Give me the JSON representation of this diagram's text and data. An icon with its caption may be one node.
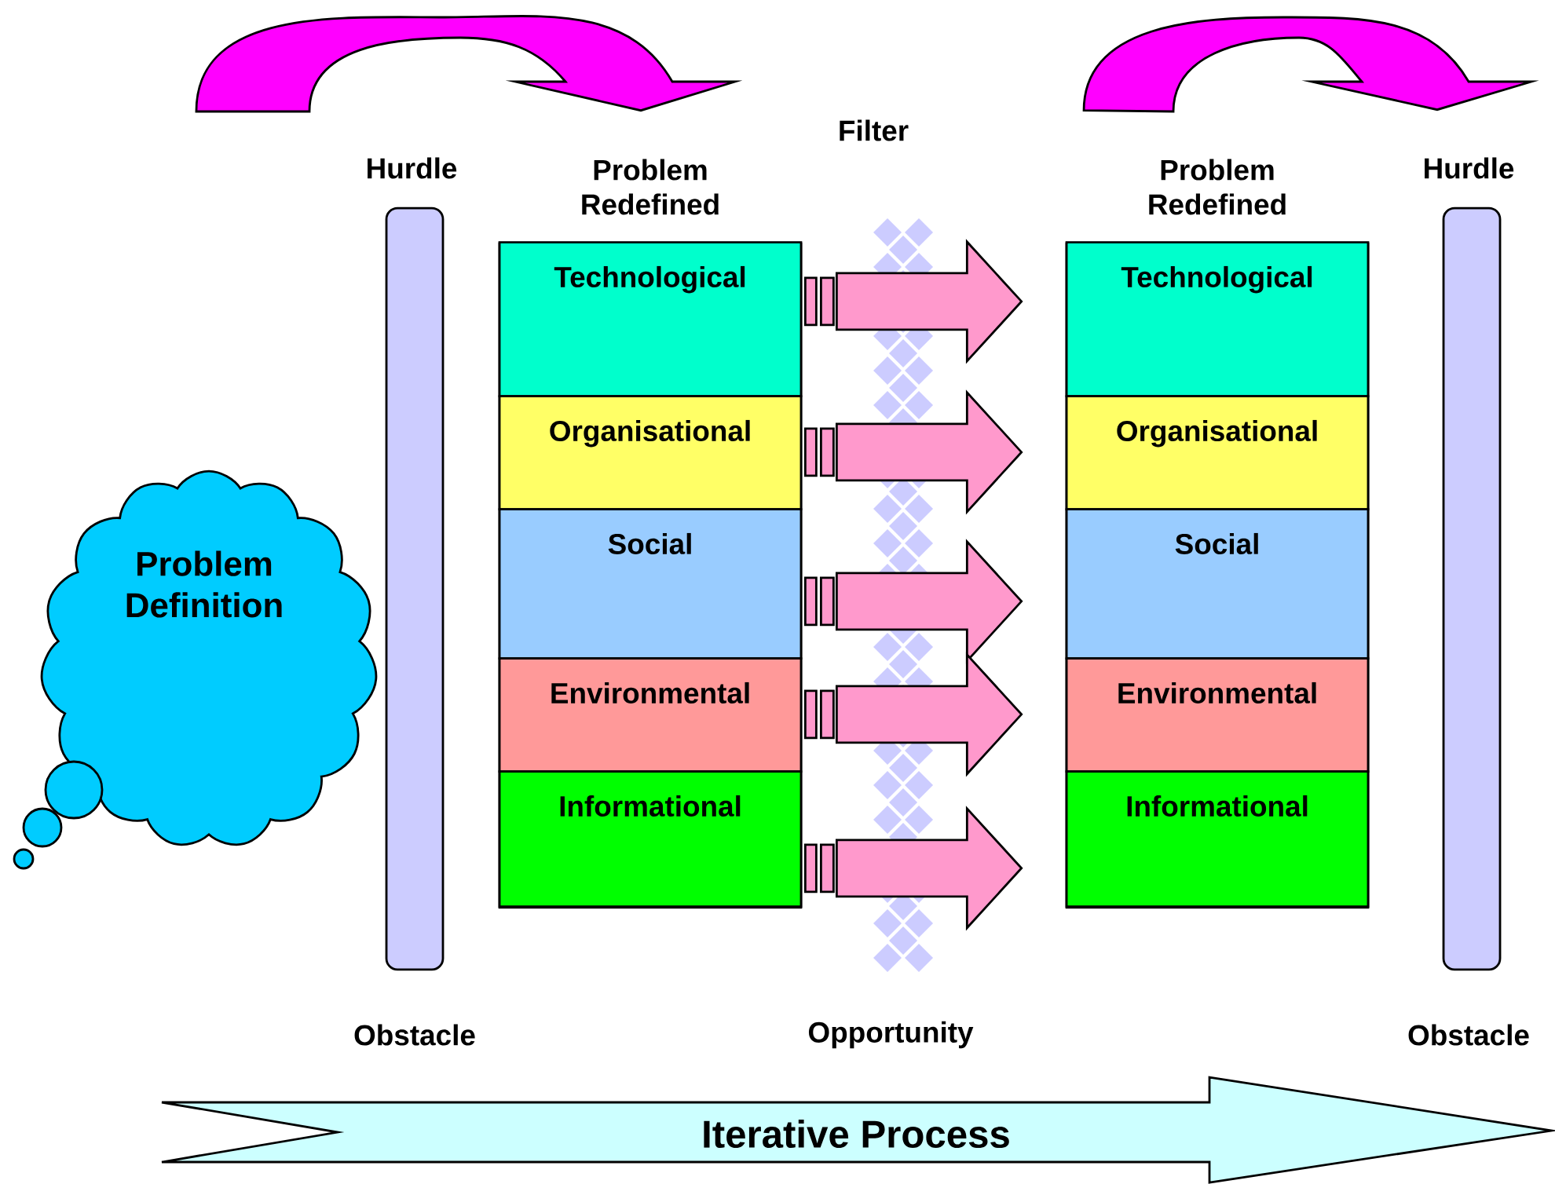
{
  "diagram": {
    "nodes": [
      {
        "text": [
          "Problem Definition"
        ]
      },
      {
        "text": [
          "Hurdle"
        ]
      },
      {
        "text": [
          "Problem Redefined"
        ]
      },
      {
        "text": [
          "Technological"
        ],
        "in": 2
      },
      {
        "text": [
          "Organisational"
        ],
        "in": 2
      },
      {
        "text": [
          "Social"
        ],
        "in": 2
      },
      {
        "text": [
          "Environmental"
        ],
        "in": 2
      },
      {
        "text": [
          "Informational"
        ],
        "in": 2
      },
      {
        "text": [
          "Filter"
        ]
      },
      {
        "text": [
          "Problem Redefined"
        ]
      },
      {
        "text": [
          "Technological"
        ],
        "in": 9
      },
      {
        "text": [
          "Organisational"
        ],
        "in": 9
      },
      {
        "text": [
          "Social"
        ],
        "in": 9
      },
      {
        "text": [
          "Environmental"
        ],
        "in": 9
      },
      {
        "text": [
          "Informational"
        ],
        "in": 9
      },
      {
        "text": [
          "Hurdle"
        ]
      },
      {
        "text": [
          "Iterative Process"
        ]
      }
    ],
    "labels": [
      "Obstacle",
      "Opportunity",
      "Obstacle"
    ],
    "edges": [
      {
        "from": null,
        "to": 2,
        "arrow": "to",
        "style": "thick",
        "color": "#ff00ff"
      },
      {
        "from": 3,
        "to": 10,
        "arrow": "to"
      },
      {
        "from": 4,
        "to": 11,
        "arrow": "to"
      },
      {
        "from": 5,
        "to": 12,
        "arrow": "to"
      },
      {
        "from": 6,
        "to": 13,
        "arrow": "to"
      },
      {
        "from": 7,
        "to": 14,
        "arrow": "to"
      },
      {
        "from": 9,
        "to": 15,
        "arrow": "to",
        "style": "thick",
        "color": "#ff00ff"
      }
    ]
  }
}
